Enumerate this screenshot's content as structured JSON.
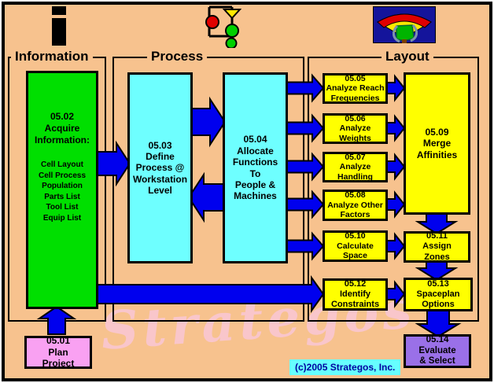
{
  "colors": {
    "bg": "#F7C28E",
    "arrow": "#0000EE",
    "green": "#00DF00",
    "cyan": "#6EFFFF",
    "yellow": "#FFFF00",
    "pink": "#F9A1F2",
    "purple": "#9A70E8",
    "copyright_bg": "#66FFFF",
    "copyright_text": "#0000A0",
    "watermark": "#F9C6CB",
    "icon_navy": "#14149B"
  },
  "groups": [
    {
      "label": "Information"
    },
    {
      "label": "Process"
    },
    {
      "label": "Layout"
    }
  ],
  "icons": [
    {
      "name": "information-i-icon",
      "meaning": "letter i information symbol"
    },
    {
      "name": "process-flowchart-icon",
      "meaning": "flow process chart with red and green circles and yellow triangle"
    },
    {
      "name": "layout-fan-icon",
      "meaning": "hand holding fan of layout zones on navy field"
    }
  ],
  "nodes": {
    "n0501": {
      "label": "05.01\nPlan\nProject"
    },
    "n0502": {
      "title": "05.02\nAcquire\nInformation:",
      "list": "Cell Layout\nCell Process\nPopulation\nParts List\nTool List\nEquip List"
    },
    "n0503": {
      "label": "05.03\nDefine\nProcess @\nWorkstation\nLevel"
    },
    "n0504": {
      "label": "05.04\nAllocate\nFunctions\nTo\nPeople &\nMachines"
    },
    "n0505": {
      "label": "05.05\nAnalyze Reach\nFrequencies"
    },
    "n0506": {
      "label": "05.06\nAnalyze\nWeights"
    },
    "n0507": {
      "label": "05.07\nAnalyze\nHandling"
    },
    "n0508": {
      "label": "05.08\nAnalyze Other\nFactors"
    },
    "n0509": {
      "label": "05.09\nMerge\nAffinities"
    },
    "n0510": {
      "label": "05.10\nCalculate\nSpace"
    },
    "n0511": {
      "label": "05.11\nAssign\nZones"
    },
    "n0512": {
      "label": "05.12\nIdentify\nConstraints"
    },
    "n0513": {
      "label": "05.13\nSpaceplan\nOptions"
    },
    "n0514": {
      "label": "05.14\nEvaluate\n& Select"
    }
  },
  "watermark": "Strategos",
  "copyright": "(c)2005 Strategos, Inc."
}
